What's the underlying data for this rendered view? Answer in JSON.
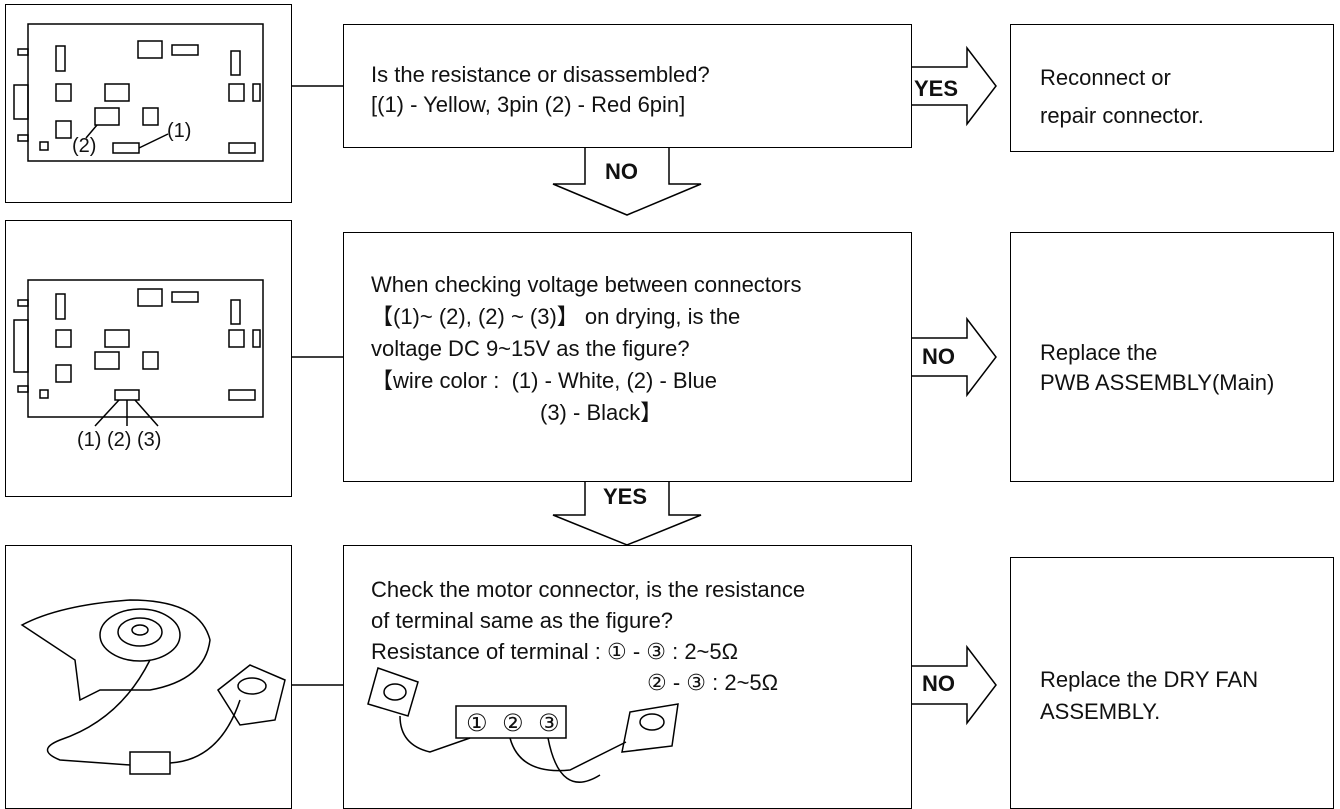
{
  "step1": {
    "question_line1": "Is the resistance or disassembled?",
    "question_line2": "[(1) - Yellow, 3pin (2) - Red 6pin]",
    "yes_label": "YES",
    "no_label": "NO",
    "result_line1": "Reconnect or",
    "result_line2": "repair connector.",
    "figure_label_1": "(1)",
    "figure_label_2": "(2)"
  },
  "step2": {
    "question_line1": "When checking voltage between connectors",
    "question_line2": "【(1)~ (2), (2) ~ (3)】 on drying, is the",
    "question_line3": "voltage DC 9~15V as the figure?",
    "question_line4": "【wire color :  (1) - White, (2) - Blue",
    "question_line5": "(3) - Black】",
    "no_label": "NO",
    "yes_label": "YES",
    "result_line1": "Replace the",
    "result_line2": "PWB ASSEMBLY(Main)",
    "figure_labels": "(1) (2) (3)"
  },
  "step3": {
    "question_line1": "Check the motor connector, is the resistance",
    "question_line2": "of terminal same as the figure?",
    "question_line3": "Resistance of terminal : ① - ③ : 2~5Ω",
    "question_line4": "② - ③ : 2~5Ω",
    "no_label": "NO",
    "result_line1": "Replace the DRY FAN",
    "result_line2": "ASSEMBLY.",
    "terminal_1": "①",
    "terminal_2": "②",
    "terminal_3": "③"
  }
}
